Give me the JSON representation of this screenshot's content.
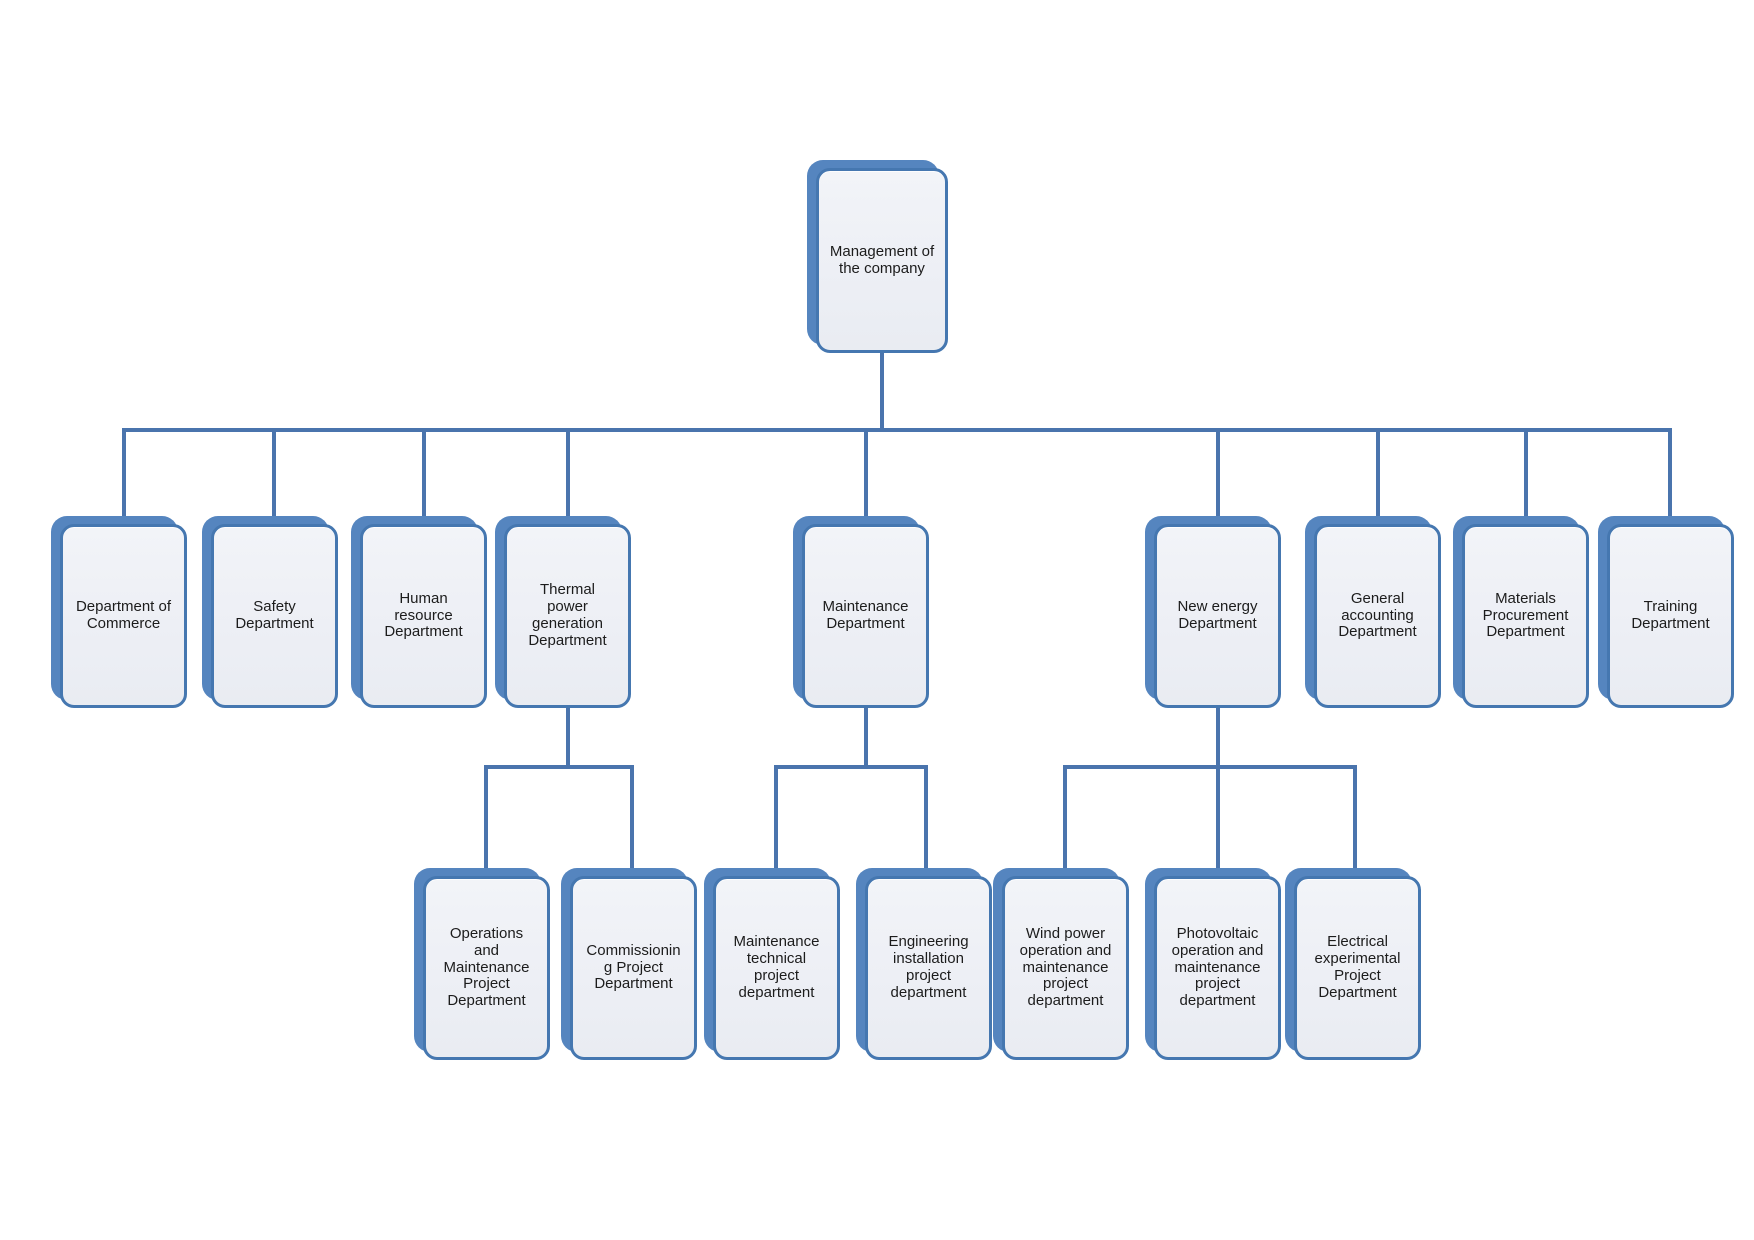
{
  "diagram": {
    "type": "org-chart",
    "root": {
      "label": "Management of the company"
    },
    "departments": [
      {
        "label": "Department of Commerce",
        "children": []
      },
      {
        "label": "Safety Department",
        "children": []
      },
      {
        "label": "Human resource Department",
        "children": []
      },
      {
        "label": "Thermal power generation Department",
        "children": [
          {
            "label": "Operations and Maintenance Project Department"
          },
          {
            "label": "Commissioning Project Department"
          }
        ]
      },
      {
        "label": "Maintenance Department",
        "children": [
          {
            "label": "Maintenance technical project department"
          },
          {
            "label": "Engineering installation project department"
          }
        ]
      },
      {
        "label": "New energy Department",
        "children": [
          {
            "label": "Wind power operation and maintenance project department"
          },
          {
            "label": "Photovoltaic operation and maintenance project department"
          },
          {
            "label": "Electrical experimental Project Department"
          }
        ]
      },
      {
        "label": "General accounting Department",
        "children": []
      },
      {
        "label": "Materials Procurement Department",
        "children": []
      },
      {
        "label": "Training Department",
        "children": []
      }
    ],
    "colors": {
      "shadow_fill": "#5585bf",
      "box_border": "#4577b0",
      "connector": "#4a74ad",
      "box_fill_top": "#f2f4f8",
      "box_fill_bottom": "#e9ecf2",
      "text": "#1c1c1c",
      "background": "#ffffff"
    }
  }
}
